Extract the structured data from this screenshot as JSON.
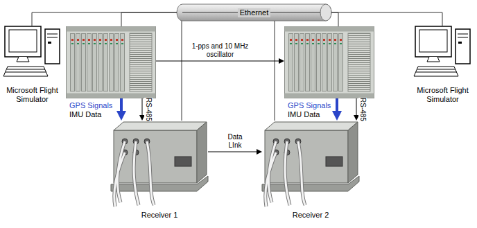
{
  "diagram": {
    "nodes": [
      {
        "text": [
          "Ethernet"
        ]
      },
      {
        "text": [
          "Microsoft Flight Simulator"
        ]
      },
      {
        "text": [
          "GPS Signals",
          "IMU Data"
        ]
      },
      {
        "text": [
          "GPS Signals",
          "IMU Data"
        ]
      },
      {
        "text": [
          "Microsoft Flight Simulator"
        ]
      },
      {
        "text": [
          "Receiver 1"
        ]
      },
      {
        "text": [
          "Receiver 2"
        ]
      }
    ],
    "edges": [
      {
        "from": 0,
        "to": 1,
        "arrow": "none"
      },
      {
        "from": 0,
        "to": 2,
        "arrow": "none"
      },
      {
        "from": 0,
        "to": 5,
        "arrow": "none"
      },
      {
        "from": 0,
        "to": 6,
        "arrow": "none"
      },
      {
        "from": 0,
        "to": 3,
        "arrow": "none"
      },
      {
        "from": 0,
        "to": 4,
        "arrow": "none"
      },
      {
        "from": 2,
        "to": 3,
        "label": "1-pps and 10 MHz oscillator",
        "arrow": "to"
      },
      {
        "from": 2,
        "to": 5,
        "arrow": "to"
      },
      {
        "from": 2,
        "to": 5,
        "label": "RS-485",
        "arrow": "to"
      },
      {
        "from": 3,
        "to": 6,
        "arrow": "to"
      },
      {
        "from": 3,
        "to": 6,
        "label": "RS-485",
        "arrow": "to"
      },
      {
        "from": 5,
        "to": 6,
        "label": "Data LInk",
        "arrow": "to"
      }
    ]
  }
}
